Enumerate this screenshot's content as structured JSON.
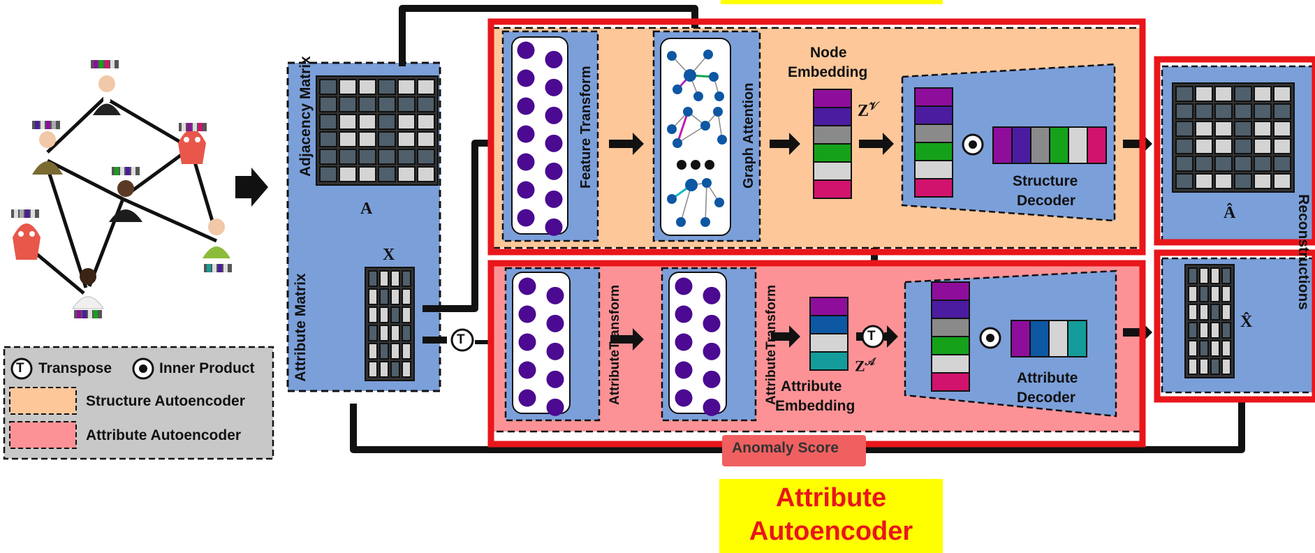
{
  "labels": {
    "adjacency_matrix": "Adjacency Matrix",
    "attribute_matrix": "Attribute Matrix",
    "A": "A",
    "X": "X",
    "feature_transform": "Feature Transform",
    "graph_attention": "Graph Attention",
    "node_embedding_1": "Node",
    "node_embedding_2": "Embedding",
    "zv": "Z",
    "zv_sup": "𝒱",
    "structure_decoder_1": "Structure",
    "structure_decoder_2": "Decoder",
    "A_hat": "Â",
    "reconstructions": "Reconstructions",
    "attribute_transform_1": "AttributeTransform",
    "attribute_transform_2": "AttributeTransform",
    "attribute_embedding_1": "Attribute",
    "attribute_embedding_2": "Embedding",
    "za": "Z",
    "za_sup": "𝒜",
    "attribute_decoder_1": "Attribute",
    "attribute_decoder_2": "Decoder",
    "X_hat": "X̂",
    "anomaly_score": "Anomaly Score",
    "transpose_symbol": "T"
  },
  "legend": {
    "transpose": "Transpose",
    "inner_product": "Inner Product",
    "structure_ae": "Structure Autoencoder",
    "attribute_ae": "Attribute Autoencoder"
  },
  "banner": {
    "line1": "Attribute",
    "line2": "Autoencoder"
  },
  "colors": {
    "structure_bg": "#fdc799",
    "attribute_bg": "#fd9296",
    "panel_blue": "#7b9fd9",
    "highlight_red": "#e8161b",
    "banner_yellow": "#ffff00",
    "node_purple": "#4b0a91",
    "legend_gray": "#c8c8c8",
    "emb_purple": "#8e0e9b",
    "emb_indigo": "#4b1ca0",
    "emb_gray": "#8a8a8a",
    "emb_green": "#15a21a",
    "emb_light": "#d4d4d4",
    "emb_pink": "#d1136d",
    "emb_blue": "#0d57a3",
    "emb_teal": "#149c9b",
    "anomaly_red": "#f06060"
  }
}
